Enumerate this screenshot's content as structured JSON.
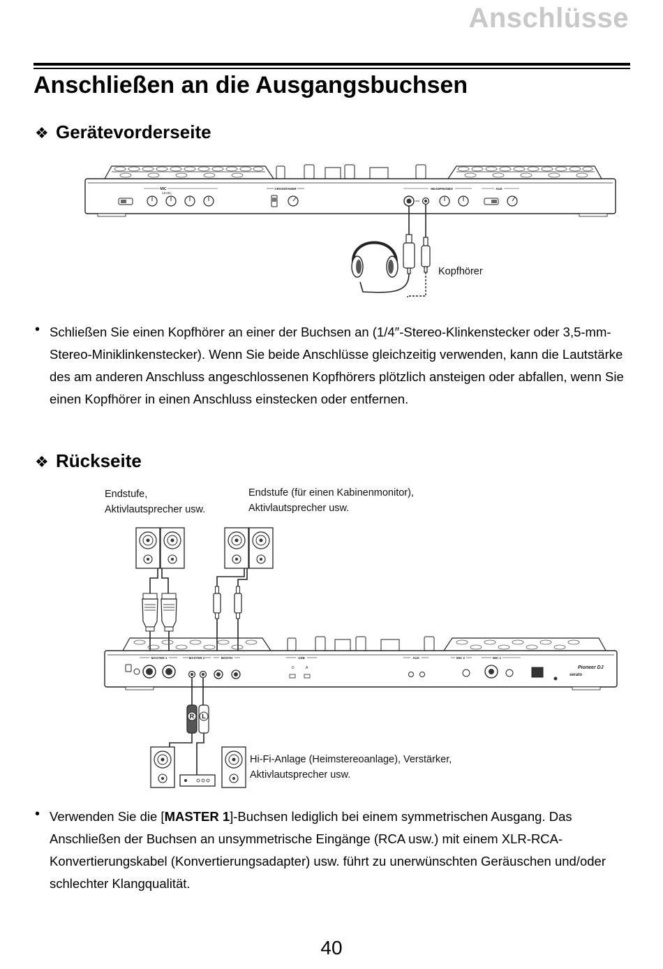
{
  "chapter_title": "Anschlüsse",
  "section_title": "Anschließen an die Ausgangsbuchsen",
  "front": {
    "heading": "Gerätevorderseite",
    "label_headphones": "Kopfhörer",
    "panel_labels": {
      "mic": "MIC",
      "crossfader": "CROSSFADER",
      "headphones": "HEADPHONES",
      "aux": "AUX",
      "level": "LEVEL"
    }
  },
  "front_text": "Schließen Sie einen Kopfhörer an einer der Buchsen an (1/4″-Stereo-Klinkenstecker oder 3,5-mm-Stereo-Miniklinkenstecker). Wenn Sie beide Anschlüsse gleichzeitig verwenden, kann die Lautstärke des am anderen Anschluss angeschlossenen Kopfhörers plötzlich ansteigen oder abfallen, wenn Sie einen Kopfhörer in einen Anschluss einstecken oder entfernen.",
  "rear": {
    "heading": "Rückseite",
    "label_main_line1": "Endstufe,",
    "label_main_line2": "Aktivlautsprecher usw.",
    "label_booth_line1": "Endstufe (für einen Kabinenmonitor),",
    "label_booth_line2": "Aktivlautsprecher usw.",
    "label_hifi_line1": "Hi-Fi-Anlage (Heimstereoanlage), Verstärker,",
    "label_hifi_line2": "Aktivlautsprecher usw.",
    "plug_r": "R",
    "plug_l": "L",
    "panel_labels": {
      "master1": "MASTER 1",
      "master2": "MASTER 2",
      "booth": "BOOTH",
      "usb": "USB",
      "aux": "AUX",
      "mic2": "MIC 2",
      "mic1": "MIC 1",
      "brand": "Pioneer DJ",
      "software": "serato"
    }
  },
  "rear_text": {
    "prefix": "Verwenden Sie die [",
    "bold": "MASTER 1",
    "suffix": "]-Buchsen lediglich bei einem symmetrischen Ausgang. Das Anschließen der Buchsen an unsymmetrische Eingänge (RCA usw.) mit einem XLR-RCA-Konvertierungskabel (Konvertierungsadapter) usw. führt zu unerwünschten Geräuschen und/oder schlechter Klangqualität."
  },
  "page_number": "40"
}
